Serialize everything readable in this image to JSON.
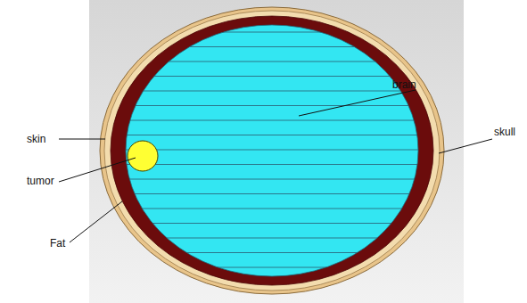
{
  "diagram": {
    "labels": [
      "brain",
      "skin",
      "skull",
      "tumor",
      "Fat"
    ]
  }
}
